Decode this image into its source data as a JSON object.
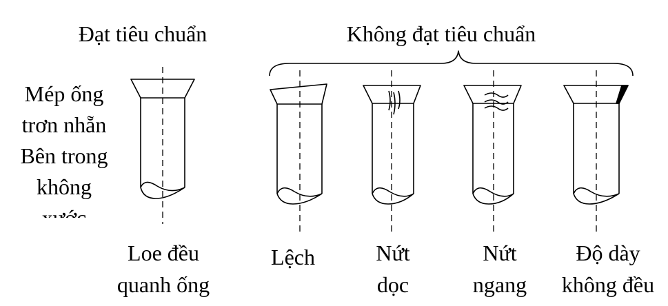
{
  "header": {
    "standard_title": "Đạt tiêu chuẩn",
    "nonstandard_title": "Không đạt tiêu chuẩn"
  },
  "side_note": {
    "lines": [
      "Mép ống",
      "trơn nhẵn",
      "Bên trong",
      "không",
      "xước"
    ]
  },
  "samples": [
    {
      "id": "even",
      "label_lines": [
        "Loe đều",
        "quanh ống"
      ]
    },
    {
      "id": "skewed",
      "label_lines": [
        "Lệch"
      ]
    },
    {
      "id": "long-crack",
      "label_lines": [
        "Nứt",
        "dọc"
      ]
    },
    {
      "id": "cross-crack",
      "label_lines": [
        "Nứt",
        "ngang"
      ]
    },
    {
      "id": "uneven",
      "label_lines": [
        "Độ dày",
        "không đều"
      ]
    }
  ]
}
